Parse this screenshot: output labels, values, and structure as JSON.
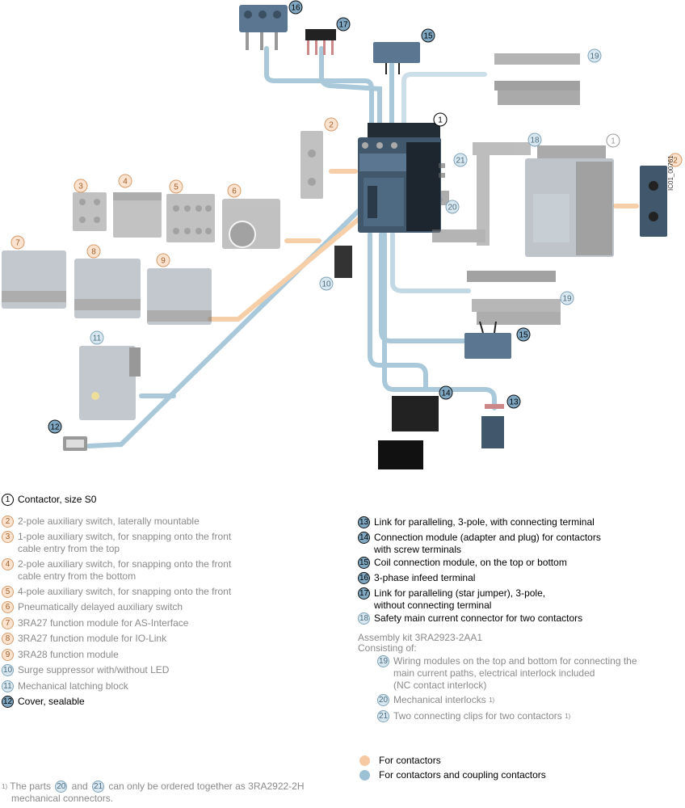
{
  "figure_code": "IC01_00761",
  "callouts": [
    "1",
    "2",
    "3",
    "4",
    "5",
    "6",
    "7",
    "8",
    "9",
    "10",
    "11",
    "12",
    "13",
    "14",
    "15",
    "16",
    "17",
    "18",
    "19",
    "20",
    "21"
  ],
  "legend": {
    "items": [
      {
        "n": "1",
        "text": "Contactor, size S0"
      },
      {
        "n": "2",
        "text": "2-pole auxiliary switch, laterally mountable"
      },
      {
        "n": "3",
        "text": "1-pole auxiliary switch, for snapping onto the front",
        "text2": "cable entry from the top"
      },
      {
        "n": "4",
        "text": "2-pole auxiliary switch, for snapping onto the front",
        "text2": "cable entry from the bottom"
      },
      {
        "n": "5",
        "text": "4-pole auxiliary switch, for snapping onto the front"
      },
      {
        "n": "6",
        "text": "Pneumatically delayed auxiliary switch"
      },
      {
        "n": "7",
        "text": "3RA27 function module for AS-Interface"
      },
      {
        "n": "8",
        "text": "3RA27 function module for IO-Link"
      },
      {
        "n": "9",
        "text": "3RA28 function module"
      },
      {
        "n": "10",
        "text": "Surge suppressor with/without LED"
      },
      {
        "n": "11",
        "text": "Mechanical latching block"
      },
      {
        "n": "12",
        "text": "Cover, sealable"
      }
    ],
    "right_items": [
      {
        "n": "13",
        "text": "Link for paralleling, 3-pole, with connecting terminal"
      },
      {
        "n": "14",
        "text": "Connection module (adapter and plug) for contactors",
        "text2": "with screw terminals"
      },
      {
        "n": "15",
        "text": "Coil connection module, on the top or bottom"
      },
      {
        "n": "16",
        "text": "3-phase infeed terminal"
      },
      {
        "n": "17",
        "text": "Link for paralleling (star jumper), 3-pole,",
        "text2": "without connecting terminal"
      },
      {
        "n": "18",
        "text": "Safety main current connector for two contactors"
      }
    ],
    "assembly_kit": "Assembly kit 3RA2923-2AA1",
    "consisting_of": "Consisting of:",
    "kit_items": [
      {
        "n": "19",
        "text": "Wiring modules on the top and bottom for connecting the",
        "text2": "main current paths, electrical interlock included",
        "text3": "(NC contact interlock)"
      },
      {
        "n": "20",
        "text": "Mechanical interlocks",
        "sup": "1)"
      },
      {
        "n": "21",
        "text": "Two connecting clips for two contactors",
        "sup": "1)"
      }
    ],
    "key": [
      {
        "text": "For contactors",
        "color": "#f6c9a3"
      },
      {
        "text": "For contactors and coupling contactors",
        "color": "#9cc0d4"
      }
    ],
    "footnote": {
      "mark": "1)",
      "a": "The parts",
      "n1": "20",
      "and": "and",
      "n2": "21",
      "b": "can only be ordered together as 3RA2922-2H",
      "c": "mechanical connectors."
    }
  }
}
